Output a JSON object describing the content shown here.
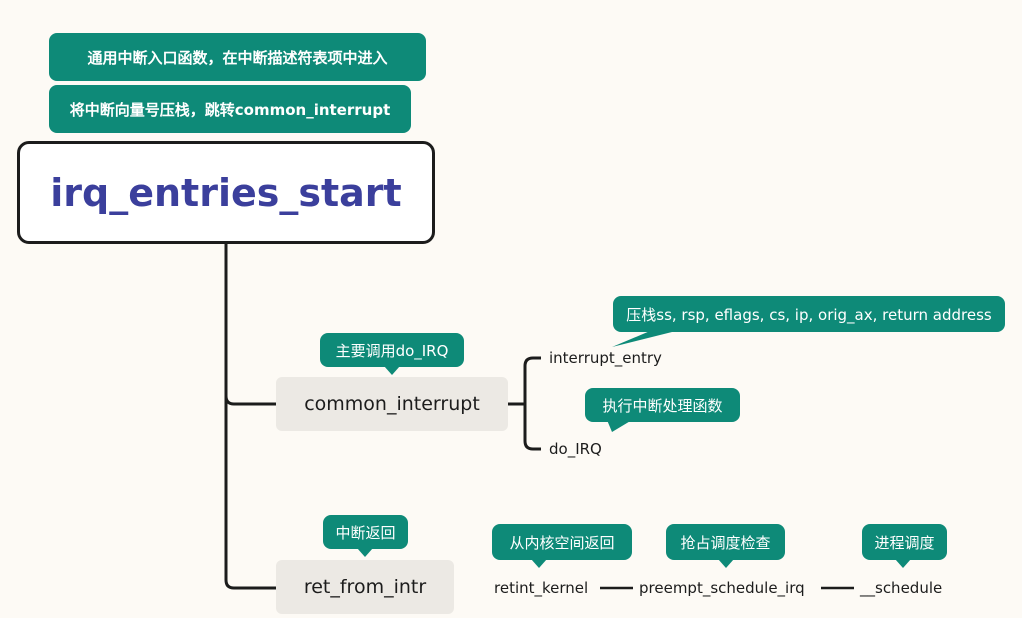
{
  "root": {
    "title": "irq_entries_start",
    "notes": [
      "通用中断入口函数，在中断描述符表项中进入",
      "将中断向量号压栈，跳转common_interrupt"
    ]
  },
  "branches": [
    {
      "label": "common_interrupt",
      "callout": "主要调用do_IRQ",
      "children": [
        {
          "label": "interrupt_entry",
          "callout": "压栈ss, rsp, eflags, cs, ip, orig_ax, return address"
        },
        {
          "label": "do_IRQ",
          "callout": "执行中断处理函数"
        }
      ]
    },
    {
      "label": "ret_from_intr",
      "callout": "中断返回",
      "chain": [
        {
          "label": "retint_kernel",
          "callout": "从内核空间返回"
        },
        {
          "label": "preempt_schedule_irq",
          "callout": "抢占调度检查"
        },
        {
          "label": "__schedule",
          "callout": "进程调度"
        }
      ]
    }
  ],
  "colors": {
    "callout": "#0e8a78",
    "root_text": "#3b3f9c",
    "node_bg": "#ece9e4",
    "line": "#1c1c1c"
  }
}
